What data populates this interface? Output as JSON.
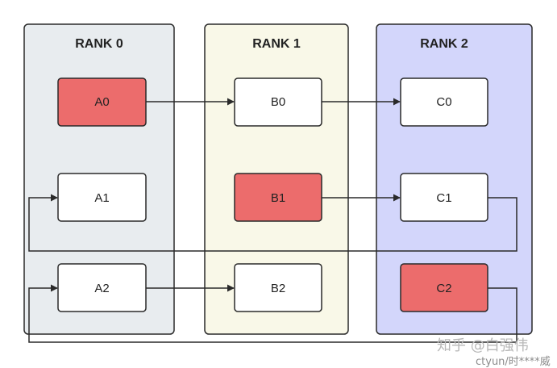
{
  "colors": {
    "rank0_bg": "#e8ecef",
    "rank1_bg": "#f9f8e8",
    "rank2_bg": "#d3d6fb",
    "highlight": "#ec6c6c",
    "node_bg": "#ffffff",
    "stroke": "#2a2a2a"
  },
  "ranks": [
    {
      "title": "RANK 0",
      "nodes": [
        {
          "label": "A0",
          "highlighted": true
        },
        {
          "label": "A1",
          "highlighted": false
        },
        {
          "label": "A2",
          "highlighted": false
        }
      ]
    },
    {
      "title": "RANK 1",
      "nodes": [
        {
          "label": "B0",
          "highlighted": false
        },
        {
          "label": "B1",
          "highlighted": true
        },
        {
          "label": "B2",
          "highlighted": false
        }
      ]
    },
    {
      "title": "RANK 2",
      "nodes": [
        {
          "label": "C0",
          "highlighted": false
        },
        {
          "label": "C1",
          "highlighted": false
        },
        {
          "label": "C2",
          "highlighted": true
        }
      ]
    }
  ],
  "edges": [
    {
      "from": "A0",
      "to": "B0"
    },
    {
      "from": "B0",
      "to": "C0"
    },
    {
      "from": "B1",
      "to": "C1"
    },
    {
      "from": "A2",
      "to": "B2"
    },
    {
      "from": "C1",
      "to": "A1"
    },
    {
      "from": "C2",
      "to": "A2"
    }
  ],
  "watermark": {
    "line1": "知乎 @白强伟",
    "line2": "ctyun/时****威"
  }
}
